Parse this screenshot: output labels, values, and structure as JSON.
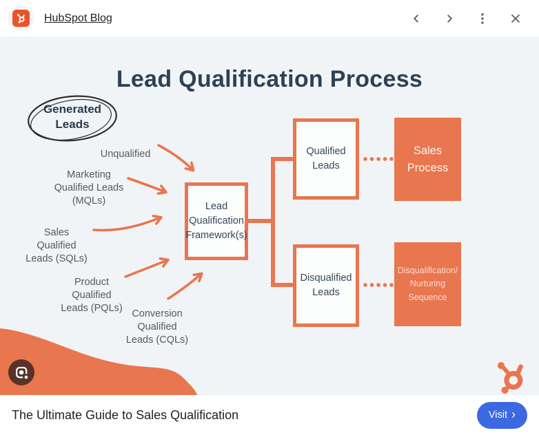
{
  "header": {
    "source_title": "HubSpot Blog"
  },
  "image": {
    "title": "Lead Qualification Process",
    "generated_leads": "Generated\nLeads",
    "lead_sources": [
      "Unqualified",
      "Marketing\nQualified Leads\n(MQLs)",
      "Sales\nQualified\nLeads (SQLs)",
      "Product\nQualified\nLeads (PQLs)",
      "Conversion\nQualified\nLeads (CQLs)"
    ],
    "framework_box": "Lead\nQualification\nFramework(s)",
    "qualified_box": "Qualified\nLeads",
    "disqualified_box": "Disqualified\nLeads",
    "sales_box": "Sales\nProcess",
    "nurture_box": "Disqualification/\nNurturing\nSequence"
  },
  "footer": {
    "result_title": "The Ultimate Guide to Sales Qualification",
    "visit_button": "Visit",
    "visit_chevron": "›"
  },
  "icons": {
    "header": [
      "hubspot-logo",
      "chevron-left",
      "chevron-right",
      "more-vertical",
      "close"
    ],
    "stage": [
      "google-lens",
      "hubspot-sprocket"
    ],
    "footer": [
      "chevron-right"
    ]
  },
  "colors": {
    "accent_orange": "#E8764F",
    "app_icon_orange": "#EA5329",
    "title_navy": "#2E4156",
    "box_text_navy": "#33475B",
    "label_gray": "#54595F",
    "stage_background": "#F1F4F6",
    "toolbar_icon_gray": "#5F6368",
    "visit_blue": "#3C69E1",
    "lens_button_brown": "#573329",
    "footer_text": "#202124"
  }
}
